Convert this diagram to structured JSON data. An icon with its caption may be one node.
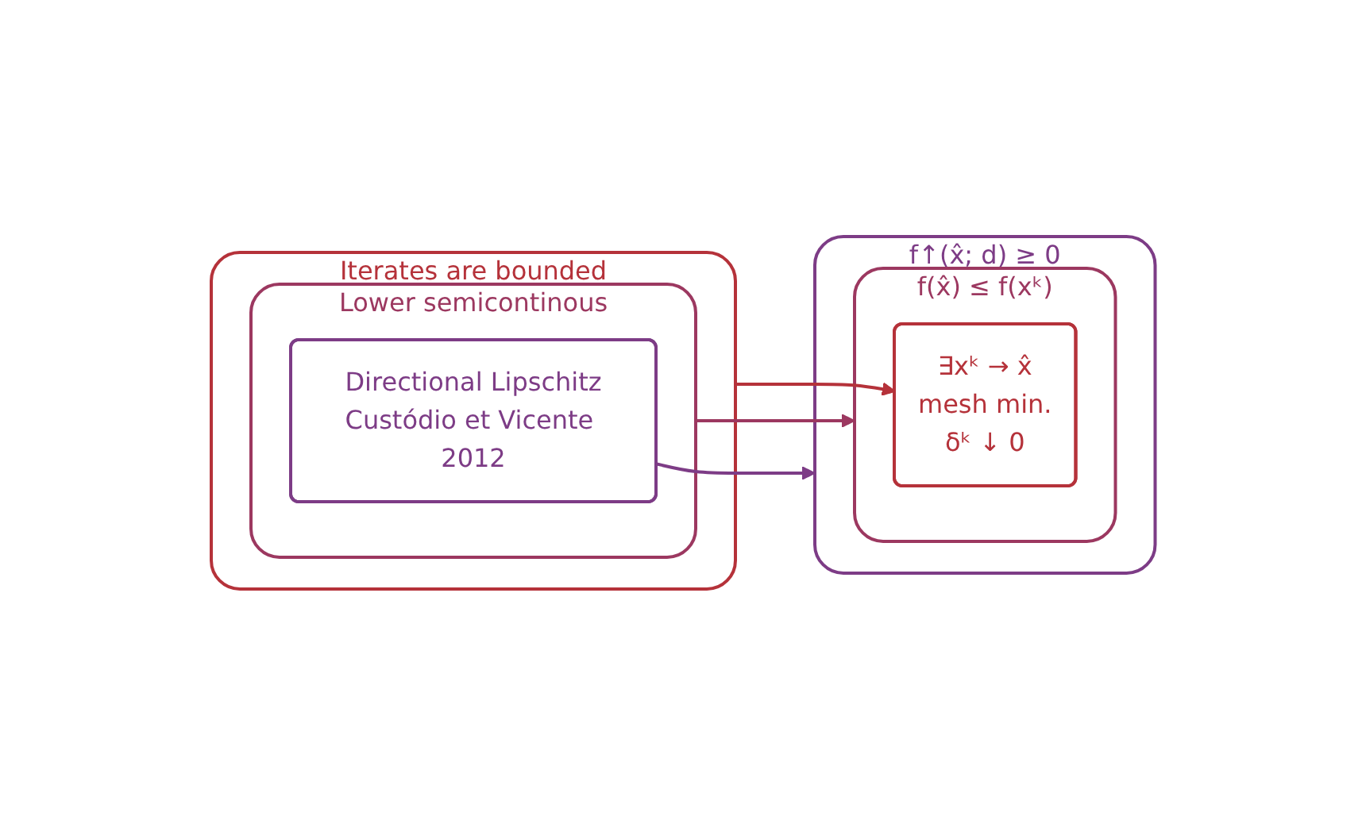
{
  "diagram": {
    "nodes": [
      {
        "text": [
          "Iterates are bounded"
        ]
      },
      {
        "text": [
          "Lower semicontinous"
        ],
        "in": 0
      },
      {
        "text": [
          "Directional Lipschitz",
          "Custódio et Vicente 2012"
        ],
        "in": 1
      },
      {
        "text": [
          "f↑(x̂; d) ≥ 0"
        ]
      },
      {
        "text": [
          "f(x̂) ≤ f(xᵏ)"
        ],
        "in": 3
      },
      {
        "text": [
          "∃xᵏ → x̂",
          "mesh min.",
          "δᵏ ↓ 0"
        ],
        "in": 4
      }
    ],
    "edges": [
      {
        "from": 0,
        "to": 5,
        "arrow": "to",
        "color": "#b5323a"
      },
      {
        "from": 1,
        "to": 4,
        "arrow": "to",
        "color": "#9c3860"
      },
      {
        "from": 2,
        "to": 3,
        "arrow": "to",
        "color": "#7d3c86"
      }
    ]
  }
}
